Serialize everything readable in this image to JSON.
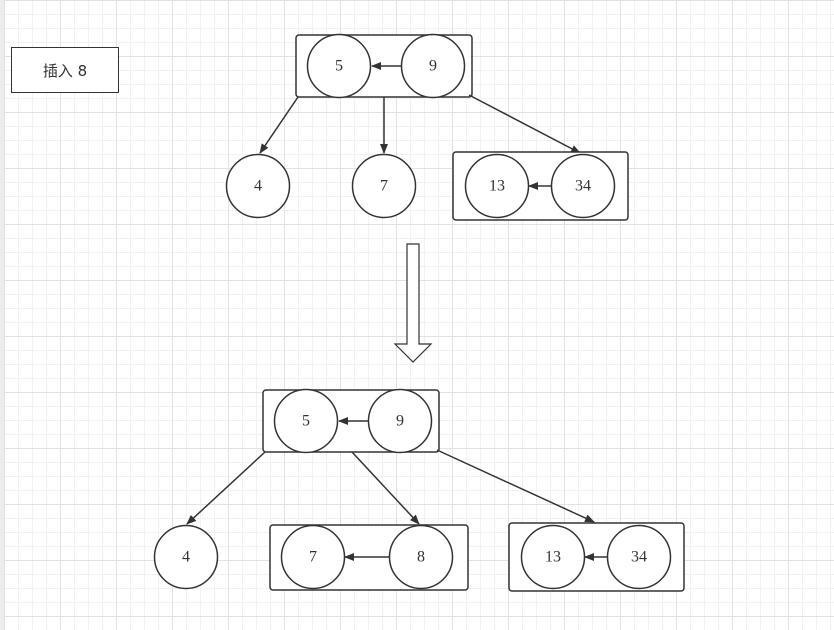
{
  "label": "插入 8",
  "colors": {
    "stroke": "#333333",
    "fill": "#ffffff",
    "text": "#333333"
  },
  "before": {
    "root": [
      "5",
      "9"
    ],
    "children": [
      [
        "4"
      ],
      [
        "7"
      ],
      [
        "13",
        "34"
      ]
    ]
  },
  "after": {
    "root": [
      "5",
      "9"
    ],
    "children": [
      [
        "4"
      ],
      [
        "7",
        "8"
      ],
      [
        "13",
        "34"
      ]
    ]
  }
}
